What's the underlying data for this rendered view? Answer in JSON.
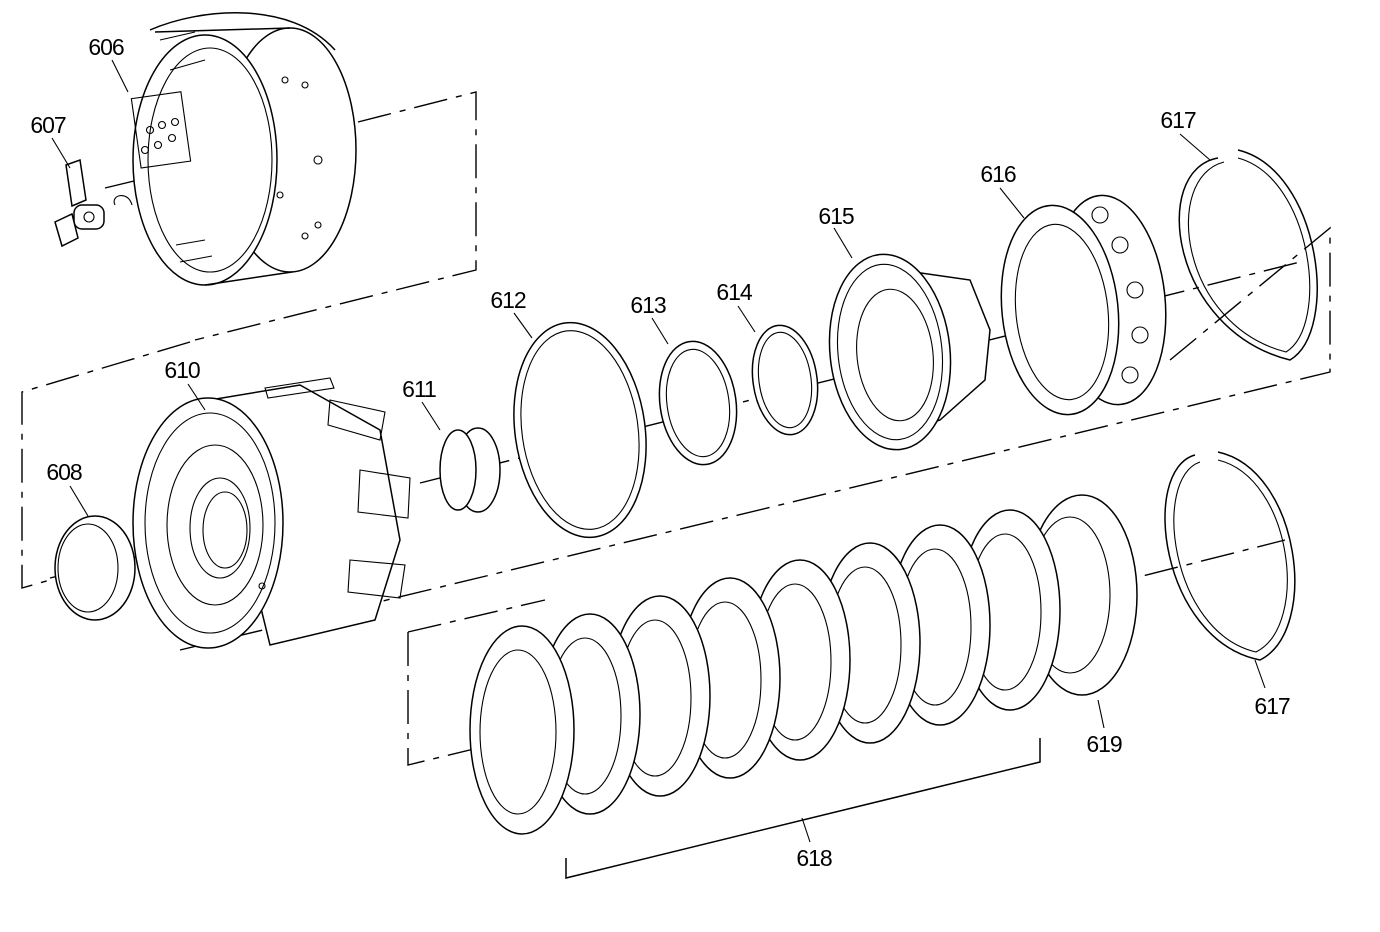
{
  "callouts": [
    {
      "id": "606",
      "text": "606"
    },
    {
      "id": "607",
      "text": "607"
    },
    {
      "id": "608",
      "text": "608"
    },
    {
      "id": "610",
      "text": "610"
    },
    {
      "id": "611",
      "text": "611"
    },
    {
      "id": "612",
      "text": "612"
    },
    {
      "id": "613",
      "text": "613"
    },
    {
      "id": "614",
      "text": "614"
    },
    {
      "id": "615",
      "text": "615"
    },
    {
      "id": "616",
      "text": "616"
    },
    {
      "id": "617a",
      "text": "617"
    },
    {
      "id": "617b",
      "text": "617"
    },
    {
      "id": "618",
      "text": "618"
    },
    {
      "id": "619",
      "text": "619"
    }
  ],
  "colors": {
    "ink": "#000000",
    "paper": "#ffffff"
  }
}
